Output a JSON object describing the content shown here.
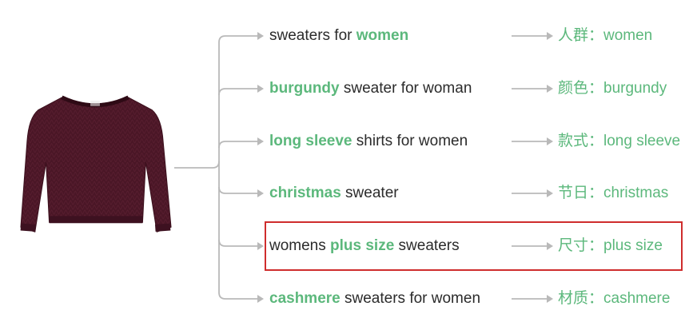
{
  "image": {
    "subject": "sweater-product-photo",
    "color": "#4a1626"
  },
  "colors": {
    "highlight": "#5cb87c",
    "text": "#2b2b2b",
    "connector": "#b9b9b9",
    "box": "#cf2d2d"
  },
  "keywords": [
    {
      "parts": [
        {
          "text": "sweaters for ",
          "hl": false
        },
        {
          "text": "women",
          "hl": true
        }
      ],
      "attribute": "人群：women"
    },
    {
      "parts": [
        {
          "text": "burgundy",
          "hl": true
        },
        {
          "text": " sweater for woman",
          "hl": false
        }
      ],
      "attribute": "颜色：burgundy"
    },
    {
      "parts": [
        {
          "text": "long sleeve",
          "hl": true
        },
        {
          "text": " shirts for women",
          "hl": false
        }
      ],
      "attribute": "款式：long sleeve"
    },
    {
      "parts": [
        {
          "text": "christmas",
          "hl": true
        },
        {
          "text": " sweater",
          "hl": false
        }
      ],
      "attribute": "节日：christmas"
    },
    {
      "parts": [
        {
          "text": "womens ",
          "hl": false
        },
        {
          "text": "plus size",
          "hl": true
        },
        {
          "text": " sweaters",
          "hl": false
        }
      ],
      "attribute": "尺寸：plus size",
      "boxed": true
    },
    {
      "parts": [
        {
          "text": "cashmere",
          "hl": true
        },
        {
          "text": " sweaters for women",
          "hl": false
        }
      ],
      "attribute": "材质：cashmere"
    }
  ]
}
